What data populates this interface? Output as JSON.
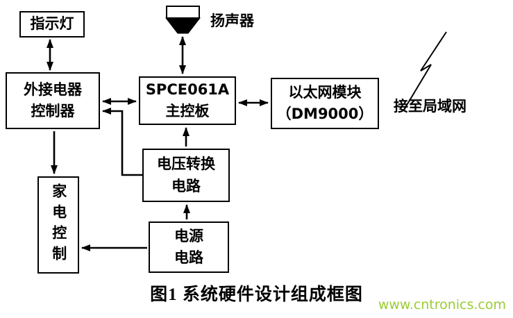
{
  "boxes": {
    "indicator": {
      "label": "指示灯"
    },
    "ext_controller": {
      "line1": "外接电器",
      "line2": "控制器"
    },
    "mainboard": {
      "line1": "SPCE061A",
      "line2": "主控板"
    },
    "ethernet": {
      "line1": "以太网模块",
      "line2": "（DM9000）"
    },
    "voltage": {
      "line1": "电压转换",
      "line2": "电路"
    },
    "appliance": {
      "label": "家电控制"
    },
    "power": {
      "line1": "电源",
      "line2": "电路"
    }
  },
  "labels": {
    "speaker": "扬声器",
    "lan": "接至局域网"
  },
  "caption": "图1 系统硬件设计组成框图",
  "watermark": "www.cntronics.com",
  "colors": {
    "line": "#000000",
    "watermark": "#99cc33"
  }
}
